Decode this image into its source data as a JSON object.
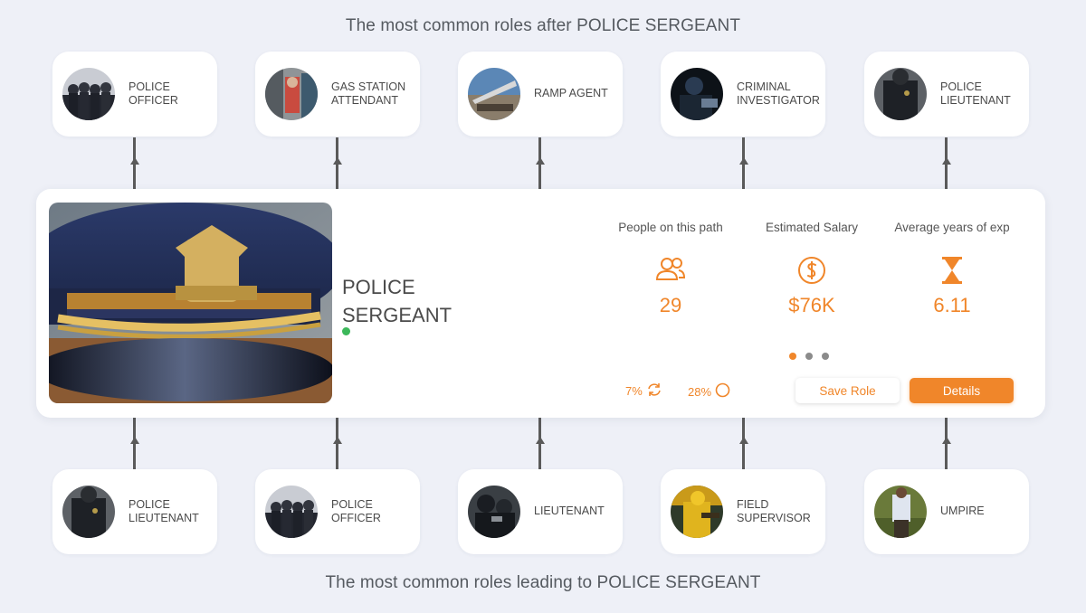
{
  "top_title": "The most common roles after POLICE SERGEANT",
  "bottom_title": "The most common roles leading to POLICE SERGEANT",
  "next_roles": [
    {
      "label": "POLICE OFFICER"
    },
    {
      "label": "GAS STATION ATTENDANT"
    },
    {
      "label": "RAMP AGENT"
    },
    {
      "label": "CRIMINAL INVESTIGATOR"
    },
    {
      "label": "POLICE LIEUTENANT"
    }
  ],
  "previous_roles": [
    {
      "label": "POLICE LIEUTENANT"
    },
    {
      "label": "POLICE OFFICER"
    },
    {
      "label": "LIEUTENANT"
    },
    {
      "label": "FIELD SUPERVISOR"
    },
    {
      "label": "UMPIRE"
    }
  ],
  "main": {
    "title": "POLICE SERGEANT",
    "stats": [
      {
        "label": "People on this path",
        "value": "29",
        "icon": "people-icon"
      },
      {
        "label": "Estimated Salary",
        "value": "$76K",
        "icon": "dollar-icon"
      },
      {
        "label": "Average years of exp",
        "value": "6.11",
        "icon": "hourglass-icon"
      }
    ],
    "metrics": [
      {
        "value": "7%",
        "icon": "refresh-icon"
      },
      {
        "value": "28%",
        "icon": "circle-icon"
      }
    ],
    "save_label": "Save Role",
    "details_label": "Details"
  },
  "colors": {
    "accent": "#f0862a",
    "status": "#3cb85a",
    "background": "#eef0f7"
  }
}
